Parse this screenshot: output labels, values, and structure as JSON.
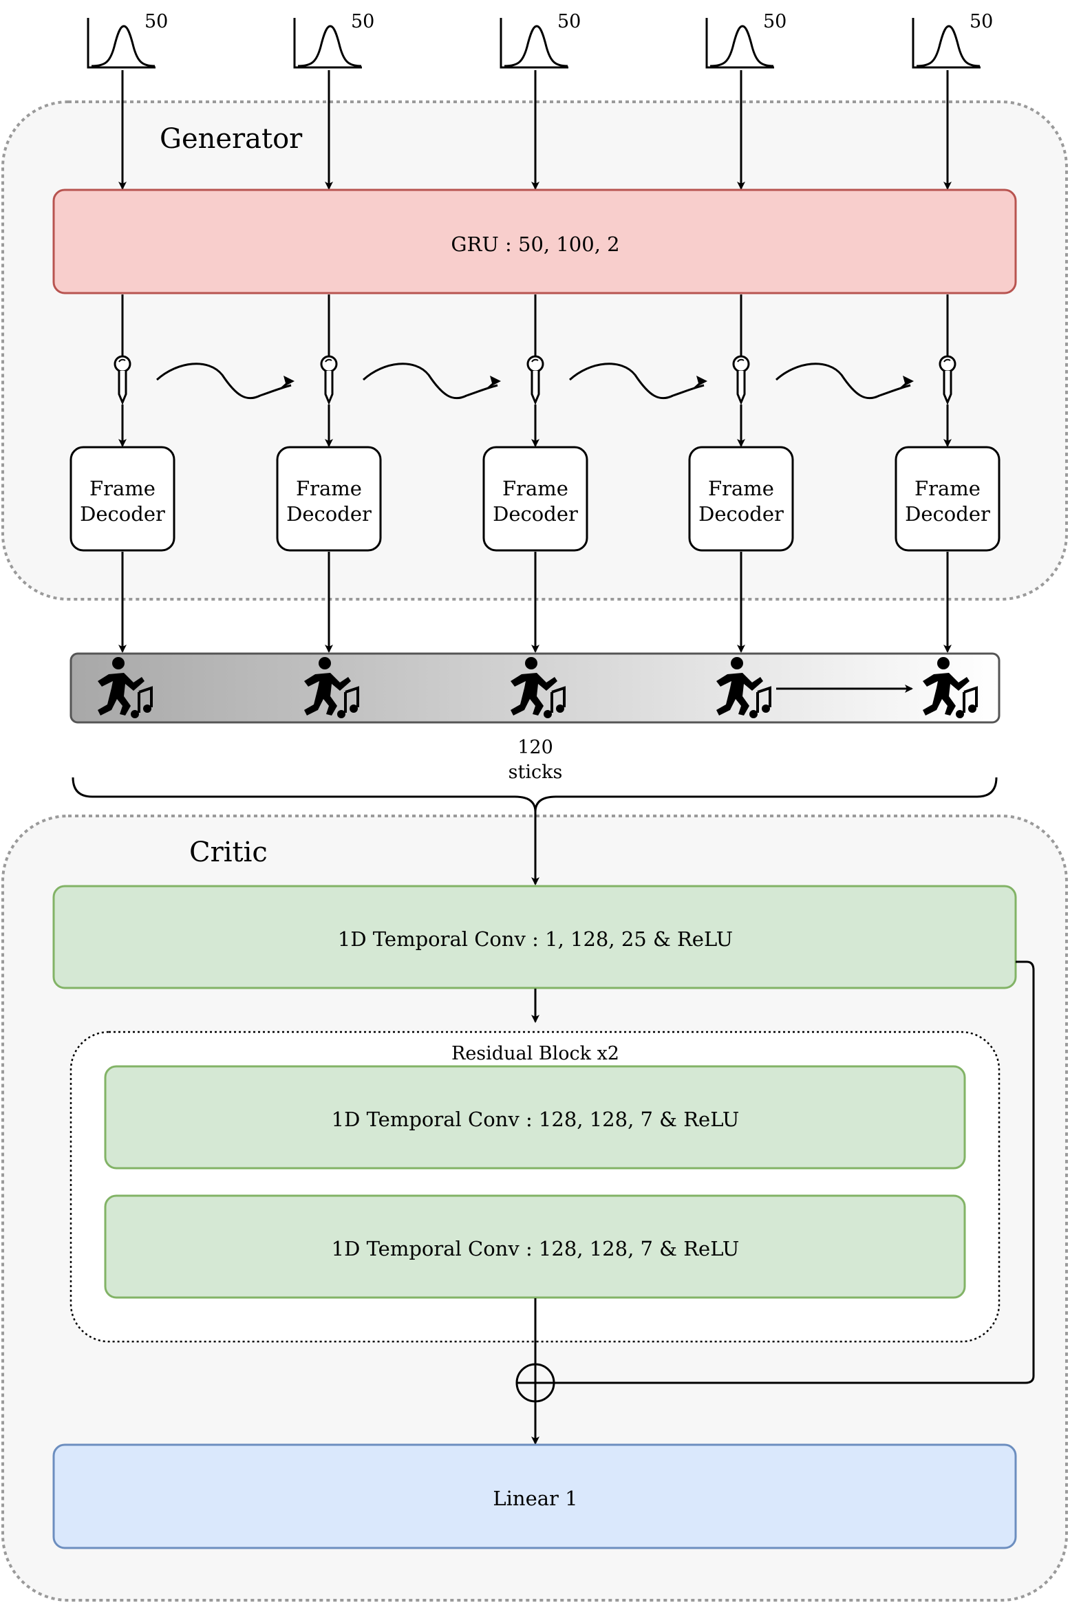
{
  "generator": {
    "title": "Generator",
    "noise_inputs": [
      "50",
      "50",
      "50",
      "50",
      "50"
    ],
    "gru_label": "GRU : 50, 100, 2",
    "frame_decoders": [
      {
        "line1": "Frame",
        "line2": "Decoder"
      },
      {
        "line1": "Frame",
        "line2": "Decoder"
      },
      {
        "line1": "Frame",
        "line2": "Decoder"
      },
      {
        "line1": "Frame",
        "line2": "Decoder"
      },
      {
        "line1": "Frame",
        "line2": "Decoder"
      }
    ]
  },
  "sequence": {
    "count_line1": "120",
    "count_line2": "sticks"
  },
  "critic": {
    "title": "Critic",
    "conv_in": "1D Temporal Conv : 1, 128, 25 & ReLU",
    "residual_title": "Residual Block x2",
    "residual_convs": [
      "1D Temporal Conv : 128, 128, 7 & ReLU",
      "1D Temporal Conv : 128, 128, 7 & ReLU"
    ],
    "linear": "Linear 1"
  },
  "colors": {
    "gru_fill": "#f8cecc",
    "gru_stroke": "#b85450",
    "conv_fill": "#d5e8d4",
    "conv_stroke": "#82b366",
    "linear_fill": "#dae8fc",
    "linear_stroke": "#6c8ebf",
    "panel_fill": "#f7f7f7",
    "panel_stroke": "#9a9a9a"
  }
}
